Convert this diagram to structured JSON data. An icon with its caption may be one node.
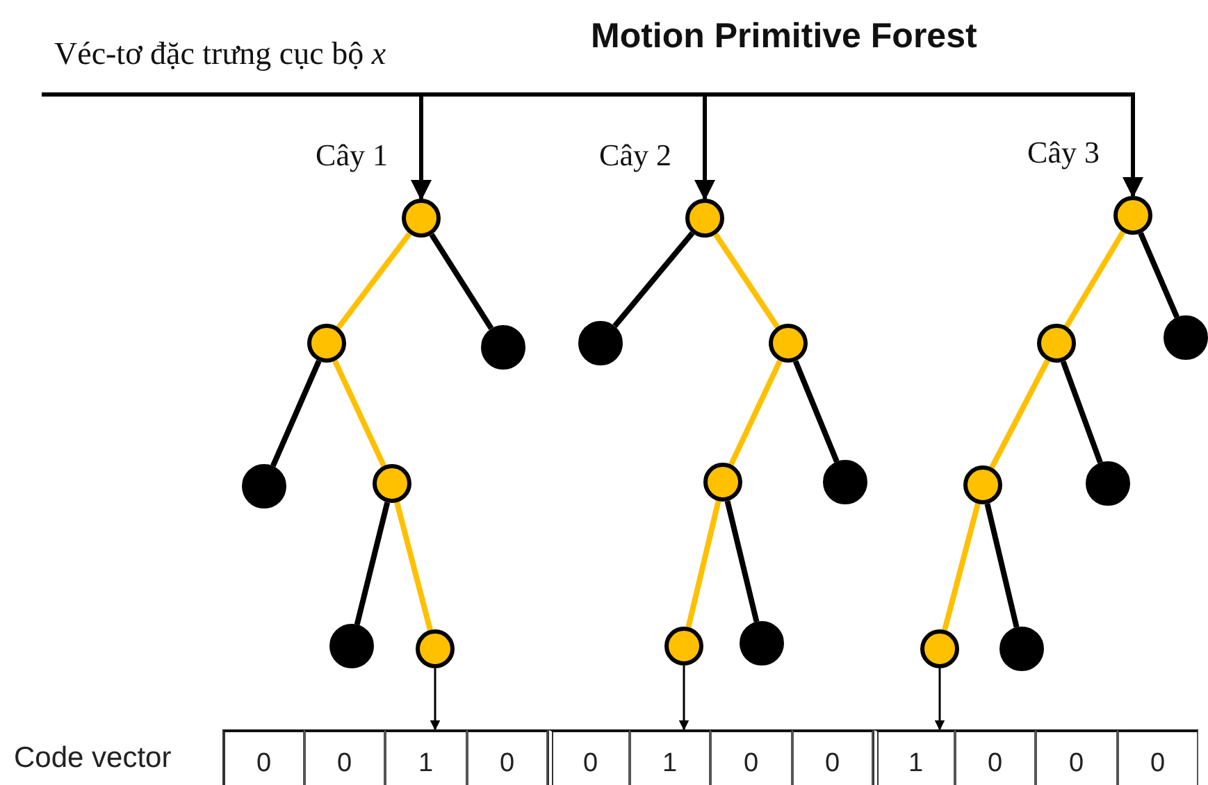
{
  "diagram": {
    "title": "Motion Primitive Forest",
    "nodes": [
      {
        "text": [
          "Véc-tơ đặc trưng cục bộ *x*"
        ]
      },
      {
        "text": [],
        "shape": "circle",
        "beside": [
          "Cây 1"
        ]
      },
      {
        "text": [],
        "shape": "circle"
      },
      {
        "text": [],
        "shape": "circle"
      },
      {
        "text": [],
        "shape": "circle"
      },
      {
        "text": [],
        "shape": "circle"
      },
      {
        "text": [],
        "shape": "circle"
      },
      {
        "text": [],
        "shape": "circle"
      },
      {
        "text": [],
        "shape": "circle",
        "beside": [
          "Cây 2"
        ]
      },
      {
        "text": [],
        "shape": "circle"
      },
      {
        "text": [],
        "shape": "circle"
      },
      {
        "text": [],
        "shape": "circle"
      },
      {
        "text": [],
        "shape": "circle"
      },
      {
        "text": [],
        "shape": "circle"
      },
      {
        "text": [],
        "shape": "circle"
      },
      {
        "text": [],
        "shape": "circle",
        "beside": [
          "Cây 3"
        ]
      },
      {
        "text": [],
        "shape": "circle"
      },
      {
        "text": [],
        "shape": "circle"
      },
      {
        "text": [],
        "shape": "circle"
      },
      {
        "text": [],
        "shape": "circle"
      },
      {
        "text": [],
        "shape": "circle"
      },
      {
        "text": [],
        "shape": "circle"
      },
      {
        "text": [
          "0"
        ]
      },
      {
        "text": [
          "0"
        ]
      },
      {
        "text": [
          "1"
        ]
      },
      {
        "text": [
          "0"
        ]
      },
      {
        "text": [
          "0"
        ]
      },
      {
        "text": [
          "1"
        ]
      },
      {
        "text": [
          "0"
        ]
      },
      {
        "text": [
          "0"
        ]
      },
      {
        "text": [
          "1"
        ]
      },
      {
        "text": [
          "0"
        ]
      },
      {
        "text": [
          "0"
        ]
      },
      {
        "text": [
          "0"
        ]
      }
    ],
    "edges": [
      {
        "from": 0,
        "to": 1,
        "arrow": "to"
      },
      {
        "from": 0,
        "to": 8,
        "arrow": "to"
      },
      {
        "from": 0,
        "to": 15,
        "arrow": "to"
      },
      {
        "from": 1,
        "to": 2,
        "arrow": "none",
        "color": "#ffc000"
      },
      {
        "from": 1,
        "to": 3,
        "arrow": "none"
      },
      {
        "from": 2,
        "to": 4,
        "arrow": "none"
      },
      {
        "from": 2,
        "to": 5,
        "arrow": "none",
        "color": "#ffc000"
      },
      {
        "from": 5,
        "to": 6,
        "arrow": "none"
      },
      {
        "from": 5,
        "to": 7,
        "arrow": "none",
        "color": "#ffc000"
      },
      {
        "from": 7,
        "to": 24,
        "arrow": "to"
      },
      {
        "from": 8,
        "to": 9,
        "arrow": "none"
      },
      {
        "from": 8,
        "to": 10,
        "arrow": "none",
        "color": "#ffc000"
      },
      {
        "from": 10,
        "to": 11,
        "arrow": "none",
        "color": "#ffc000"
      },
      {
        "from": 10,
        "to": 12,
        "arrow": "none"
      },
      {
        "from": 11,
        "to": 13,
        "arrow": "none",
        "color": "#ffc000"
      },
      {
        "from": 11,
        "to": 14,
        "arrow": "none"
      },
      {
        "from": 13,
        "to": 27,
        "arrow": "to"
      },
      {
        "from": 15,
        "to": 16,
        "arrow": "none",
        "color": "#ffc000"
      },
      {
        "from": 15,
        "to": 17,
        "arrow": "none"
      },
      {
        "from": 16,
        "to": 18,
        "arrow": "none",
        "color": "#ffc000"
      },
      {
        "from": 16,
        "to": 19,
        "arrow": "none"
      },
      {
        "from": 18,
        "to": 20,
        "arrow": "none",
        "color": "#ffc000"
      },
      {
        "from": 18,
        "to": 21,
        "arrow": "none"
      },
      {
        "from": 20,
        "to": 30,
        "arrow": "to"
      }
    ],
    "labels": [
      "Code vector"
    ]
  }
}
